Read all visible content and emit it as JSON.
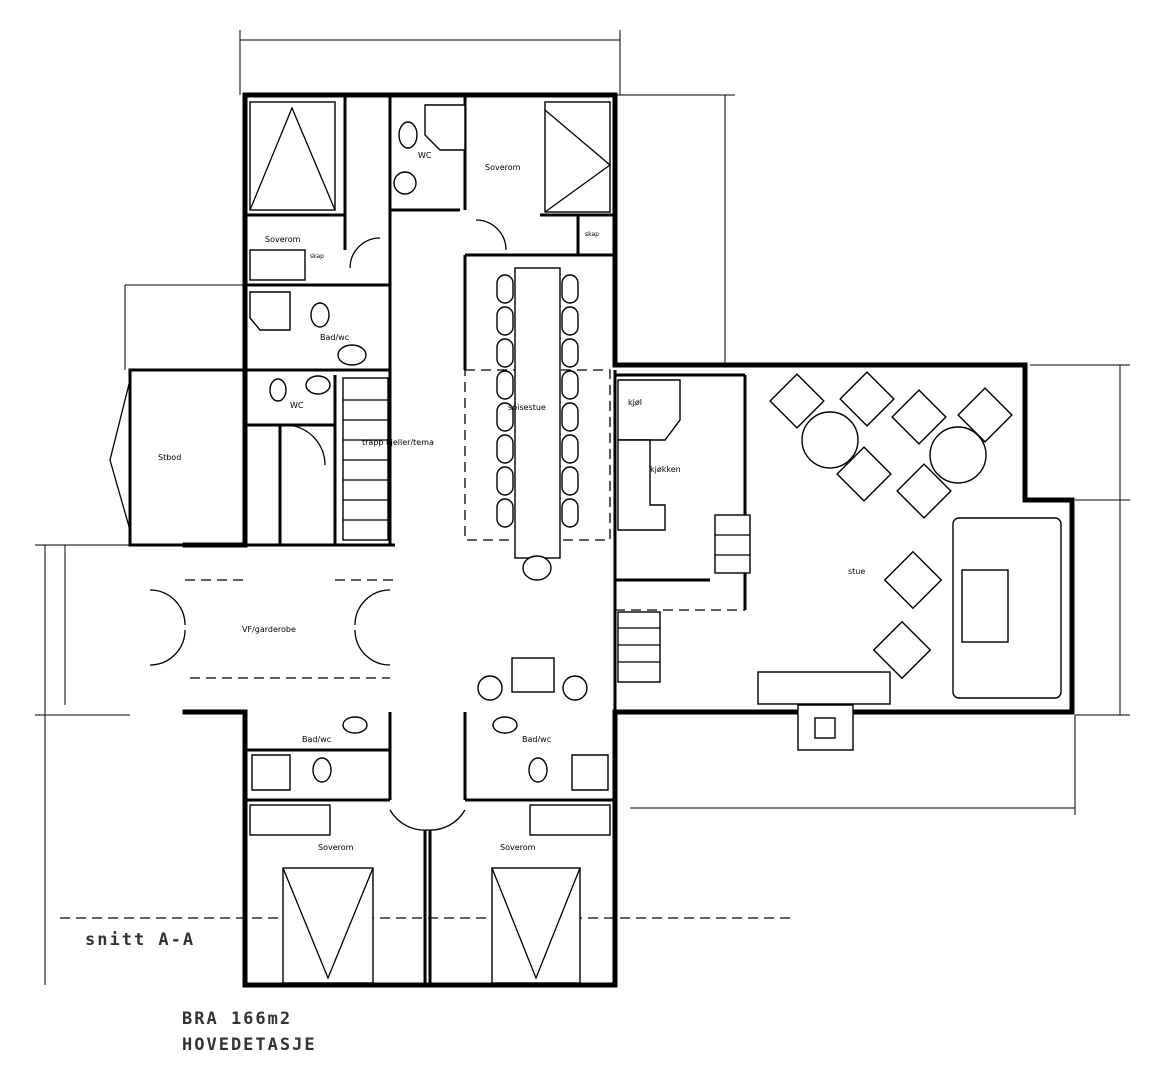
{
  "labels": {
    "soverom_top_left": "Soverom",
    "soverom_top_right": "Soverom",
    "wc_top": "WC",
    "bad_top": "Bad/wc",
    "wc_mid": "WC",
    "skap_a": "skap",
    "skap_b": "skap",
    "stbod": "Stbod",
    "trapp": "trapp kjeller/tema",
    "spisestue": "spisestue",
    "kjol": "kjøl",
    "kjokken": "kjøkken",
    "stue": "stue",
    "vf_garderobe": "VF/garderobe",
    "bad_bottom_left": "Bad/wc",
    "bad_bottom_right": "Bad/wc",
    "soverom_bottom_left": "Soverom",
    "soverom_bottom_right": "Soverom"
  },
  "section_label": "snitt A-A",
  "area_label": "BRA   166m2",
  "floor_label": "HOVEDETASJE"
}
